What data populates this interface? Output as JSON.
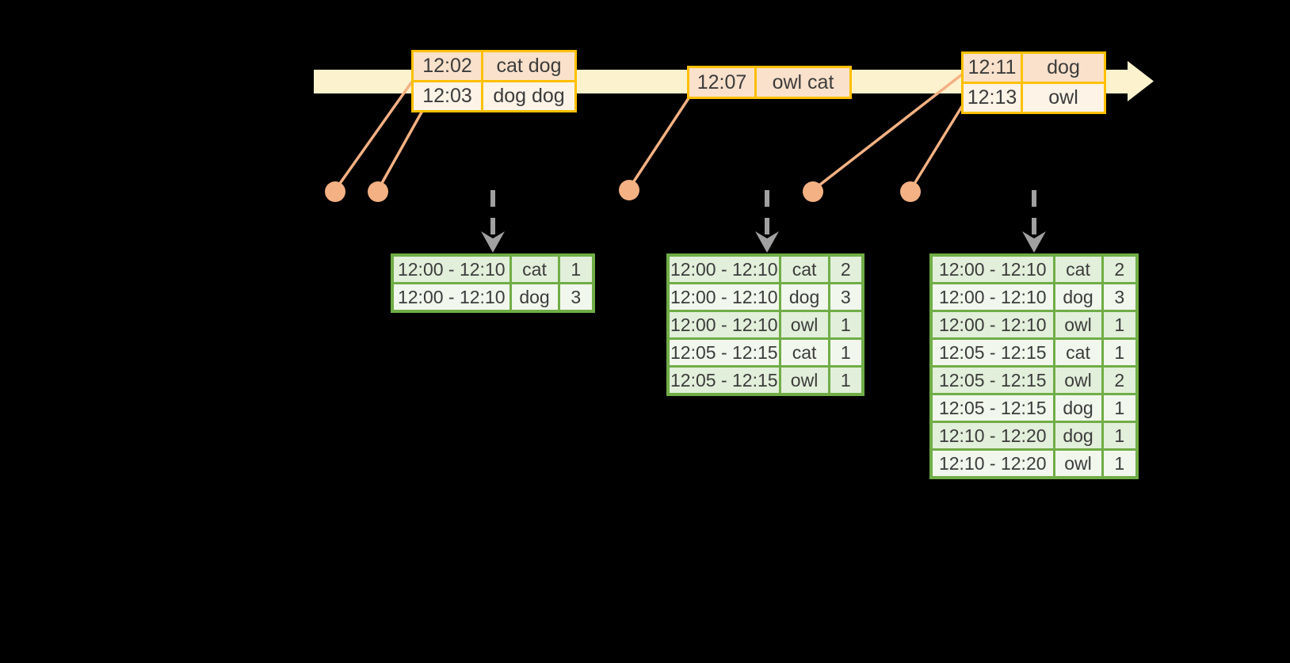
{
  "diagram": {
    "title": "windowed-word-count-streaming-diagram",
    "colors": {
      "background": "#000000",
      "timeline_fill": "#FCF2CD",
      "event_table_border": "#FFC000",
      "event_row_dark": "#FAE1CB",
      "event_row_light": "#FDF3E7",
      "connector_and_dots": "#F4B183",
      "result_table_border": "#70AD47",
      "result_row_dark": "#E2EFDA",
      "result_row_light": "#F1F7EC",
      "trigger_arrow_gray": "#A0A0A0",
      "text": "#3C3C3C"
    },
    "event_tables": [
      {
        "rows": [
          {
            "time": "12:02",
            "data": "cat dog"
          },
          {
            "time": "12:03",
            "data": "dog dog"
          }
        ]
      },
      {
        "rows": [
          {
            "time": "12:07",
            "data": "owl cat"
          }
        ]
      },
      {
        "rows": [
          {
            "time": "12:11",
            "data": "dog"
          },
          {
            "time": "12:13",
            "data": "owl"
          }
        ]
      }
    ],
    "result_tables": [
      {
        "rows": [
          {
            "window": "12:00 - 12:10",
            "word": "cat",
            "count": "1"
          },
          {
            "window": "12:00 - 12:10",
            "word": "dog",
            "count": "3"
          }
        ]
      },
      {
        "rows": [
          {
            "window": "12:00 - 12:10",
            "word": "cat",
            "count": "2"
          },
          {
            "window": "12:00 - 12:10",
            "word": "dog",
            "count": "3"
          },
          {
            "window": "12:00 - 12:10",
            "word": "owl",
            "count": "1"
          },
          {
            "window": "12:05 - 12:15",
            "word": "cat",
            "count": "1"
          },
          {
            "window": "12:05 - 12:15",
            "word": "owl",
            "count": "1"
          }
        ]
      },
      {
        "rows": [
          {
            "window": "12:00 - 12:10",
            "word": "cat",
            "count": "2"
          },
          {
            "window": "12:00 - 12:10",
            "word": "dog",
            "count": "3"
          },
          {
            "window": "12:00 - 12:10",
            "word": "owl",
            "count": "1"
          },
          {
            "window": "12:05 - 12:15",
            "word": "cat",
            "count": "1"
          },
          {
            "window": "12:05 - 12:15",
            "word": "owl",
            "count": "2"
          },
          {
            "window": "12:05 - 12:15",
            "word": "dog",
            "count": "1"
          },
          {
            "window": "12:10 - 12:20",
            "word": "dog",
            "count": "1"
          },
          {
            "window": "12:10 - 12:20",
            "word": "owl",
            "count": "1"
          }
        ]
      }
    ]
  }
}
